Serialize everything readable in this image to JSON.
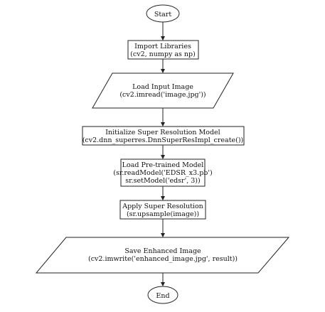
{
  "flowchart": {
    "start": "Start",
    "import": {
      "line1": "Import Libraries",
      "line2": "(cv2, numpy as np)"
    },
    "load_input": {
      "line1": "Load Input Image",
      "line2": "(cv2.imread('image.jpg'))"
    },
    "init_model": {
      "line1": "Initialize Super Resolution Model",
      "line2": "(cv2.dnn_superres.DnnSuperResImpl_create())"
    },
    "load_model": {
      "line1": "Load Pre-trained Model",
      "line2": "(sr.readModel('EDSR_x3.pb')",
      "line3": "sr.setModel('edsr', 3))"
    },
    "apply": {
      "line1": "Apply Super Resolution",
      "line2": "(sr.upsample(image))"
    },
    "save": {
      "line1": "Save Enhanced Image",
      "line2": "(cv2.imwrite('enhanced_image.jpg', result))"
    },
    "end": "End"
  }
}
